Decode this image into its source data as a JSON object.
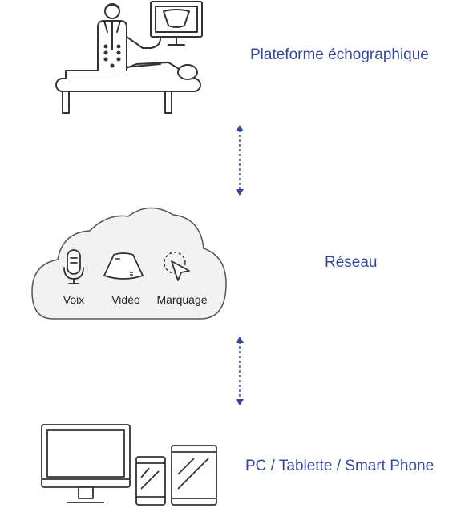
{
  "rows": {
    "platform_label": "Plateforme échographique",
    "network_label": "Réseau",
    "devices_label": "PC / Tablette / Smart Phone"
  },
  "cloud": {
    "items": [
      {
        "label": "Voix",
        "icon": "microphone-icon"
      },
      {
        "label": "Vidéo",
        "icon": "ultrasound-image-icon"
      },
      {
        "label": "Marquage",
        "icon": "cursor-marking-icon"
      }
    ]
  },
  "colors": {
    "accent": "#3548a0",
    "stroke": "#333333",
    "cloud_fill": "#f2f2f2"
  }
}
